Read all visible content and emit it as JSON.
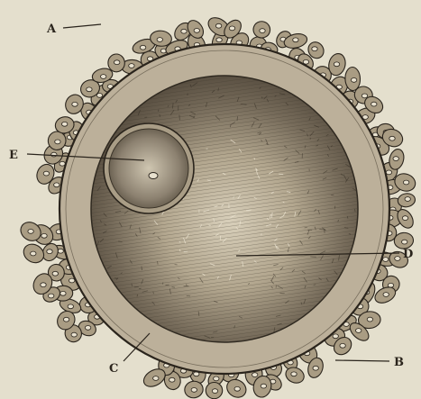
{
  "figure": {
    "labels": {
      "a": "A",
      "b": "B",
      "c": "C",
      "d": "D",
      "e": "E"
    },
    "colors": {
      "paper": "#e4dfcd",
      "ink": "#2a241c",
      "zona": "#b9ad97",
      "yolk_dark": "#6e6454",
      "yolk_light": "#c7bda7",
      "cell_fill": "#a99c83"
    }
  }
}
